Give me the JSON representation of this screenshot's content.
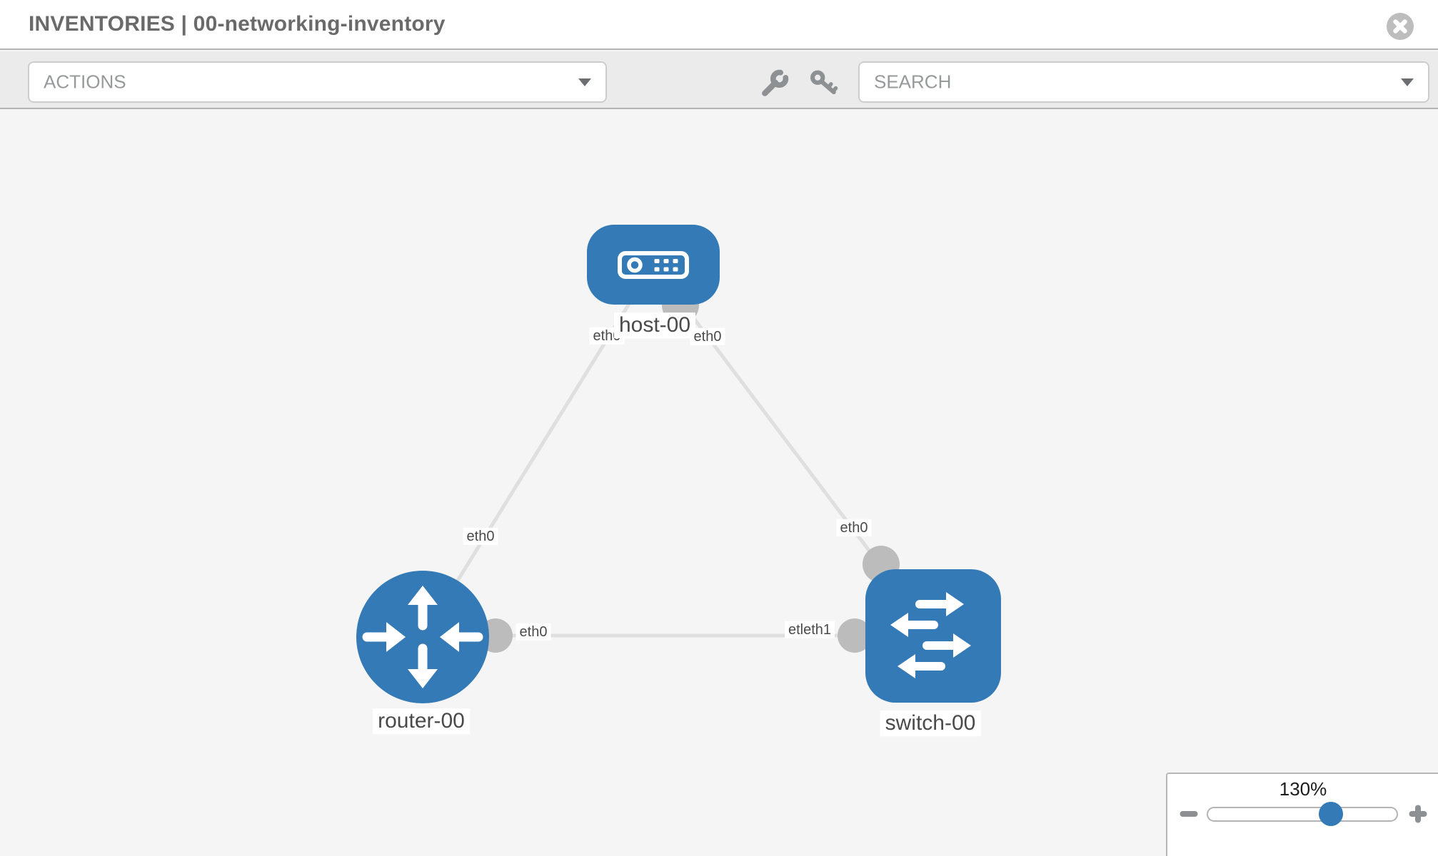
{
  "header": {
    "title": "INVENTORIES | 00-networking-inventory",
    "close_icon": "circle-x-icon"
  },
  "toolbar": {
    "actions_dropdown": {
      "value": "ACTIONS",
      "icon": "chevron-down-icon"
    },
    "search_dropdown": {
      "value": "SEARCH",
      "icon": "chevron-down-icon"
    },
    "tool_icons": [
      "wrench-icon",
      "key-icon"
    ]
  },
  "topology": {
    "nodes": [
      {
        "id": "host-00",
        "label": "host-00",
        "type": "host",
        "icon": "host-icon"
      },
      {
        "id": "router-00",
        "label": "router-00",
        "type": "router",
        "icon": "router-icon"
      },
      {
        "id": "switch-00",
        "label": "switch-00",
        "type": "switch",
        "icon": "switch-icon"
      }
    ],
    "links": [
      {
        "from": "host-00",
        "from_interface": "eth0",
        "to": "router-00",
        "to_interface": "eth0"
      },
      {
        "from": "host-00",
        "from_interface": "eth0",
        "to": "switch-00",
        "to_interface": "eth0"
      },
      {
        "from": "router-00",
        "from_interface": "eth0",
        "to": "switch-00",
        "to_interface": "eth1"
      }
    ],
    "port_labels": {
      "host_left": "eth0",
      "host_right": "eth0",
      "router_top": "eth0",
      "router_right": "eth0",
      "switch_top": "eth0",
      "switch_left_back": "etl",
      "switch_left_front": "eth1"
    }
  },
  "zoom_control": {
    "level": "130%",
    "minus_icon": "zoom-out-icon",
    "plus_icon": "zoom-in-icon"
  },
  "colors": {
    "node_blue": "#337ab7",
    "link_gray": "#dfdfdf",
    "port_gray": "#bcbcbc",
    "canvas_bg": "#f5f5f5",
    "toolbar_bg": "#ebebeb",
    "border_gray": "#b3b3b3"
  }
}
